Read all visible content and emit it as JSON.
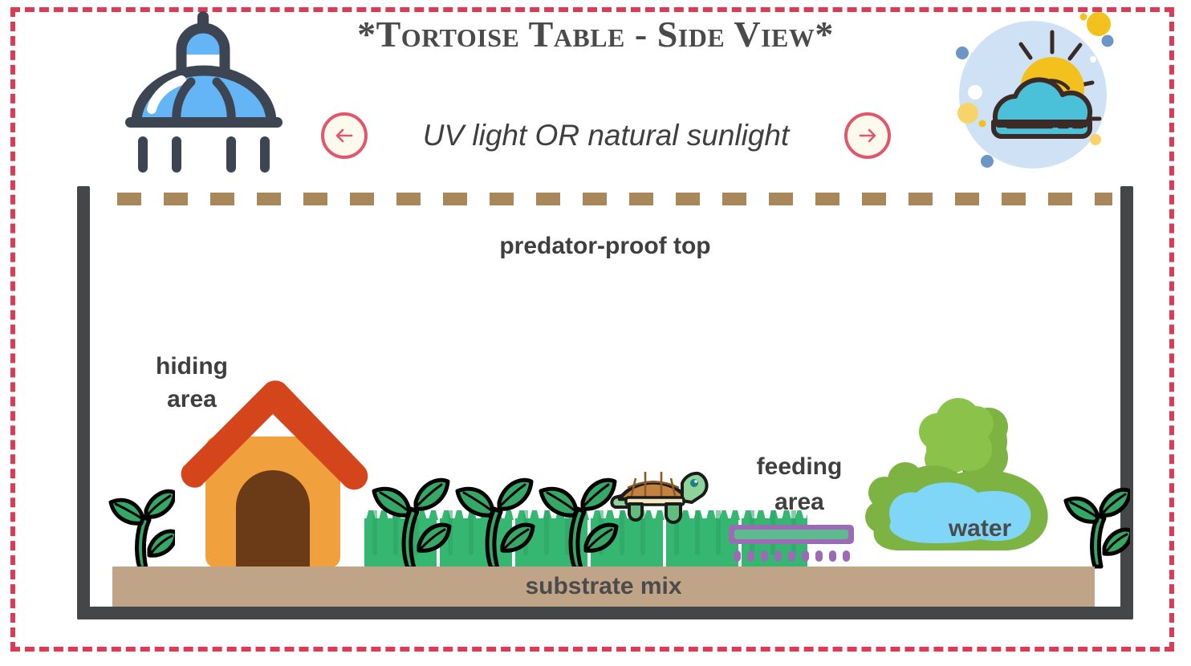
{
  "header": {
    "title": "*Tortoise Table - Side View*",
    "subtitle": "UV light OR natural sunlight",
    "prev_arrow_icon": "arrow-left-icon",
    "next_arrow_icon": "arrow-right-icon",
    "lamp_icon": "heat-lamp-icon",
    "sun_cloud_icon": "sun-behind-cloud-icon"
  },
  "enclosure": {
    "predator_proof_label": "predator-proof top",
    "substrate_label": "substrate mix",
    "hiding_area_label": "hiding\narea",
    "hiding_area_line1": "hiding",
    "hiding_area_line2": "area",
    "feeding_area_line1": "feeding",
    "feeding_area_line2": "area",
    "water_label": "water"
  },
  "icons": {
    "plant_left": "plant-icon",
    "plant_right": "plant-icon",
    "hiding_house": "dog-house-icon",
    "grass": "grass-icon",
    "turtle": "tortoise-icon",
    "feeding_dish": "food-dish-icon",
    "pond": "pond-icon",
    "tree": "tree-icon"
  },
  "colors": {
    "frame_border": "#dd3a55",
    "wall": "#454648",
    "substrate": "#bfa488",
    "predator_line": "#a8875a",
    "text": "#3f3f3f",
    "lamp_glass": "#64b5f6",
    "lamp_outline": "#3d4452",
    "sun": "#f2c11e",
    "cloud": "#4bc0d9",
    "cloud_outline": "#3b2a26",
    "sky_circle": "#cfe2f5",
    "house_body": "#f0a03c",
    "house_roof": "#d4451c",
    "house_door": "#6b3a16",
    "grass": "#35b771",
    "leaf": "#35a866",
    "turtle_shell": "#c1833f",
    "turtle_body": "#8ed39a",
    "dish_border": "#9b6bb5",
    "dish_fill": "#5fbb8e",
    "water": "#7fd6f7",
    "pond_bank": "#7cb342",
    "tree_leaf": "#8bc34a",
    "tree_trunk": "#795548",
    "arrow_ring": "#e0566d",
    "arrow_fill": "#fdf9ec"
  }
}
